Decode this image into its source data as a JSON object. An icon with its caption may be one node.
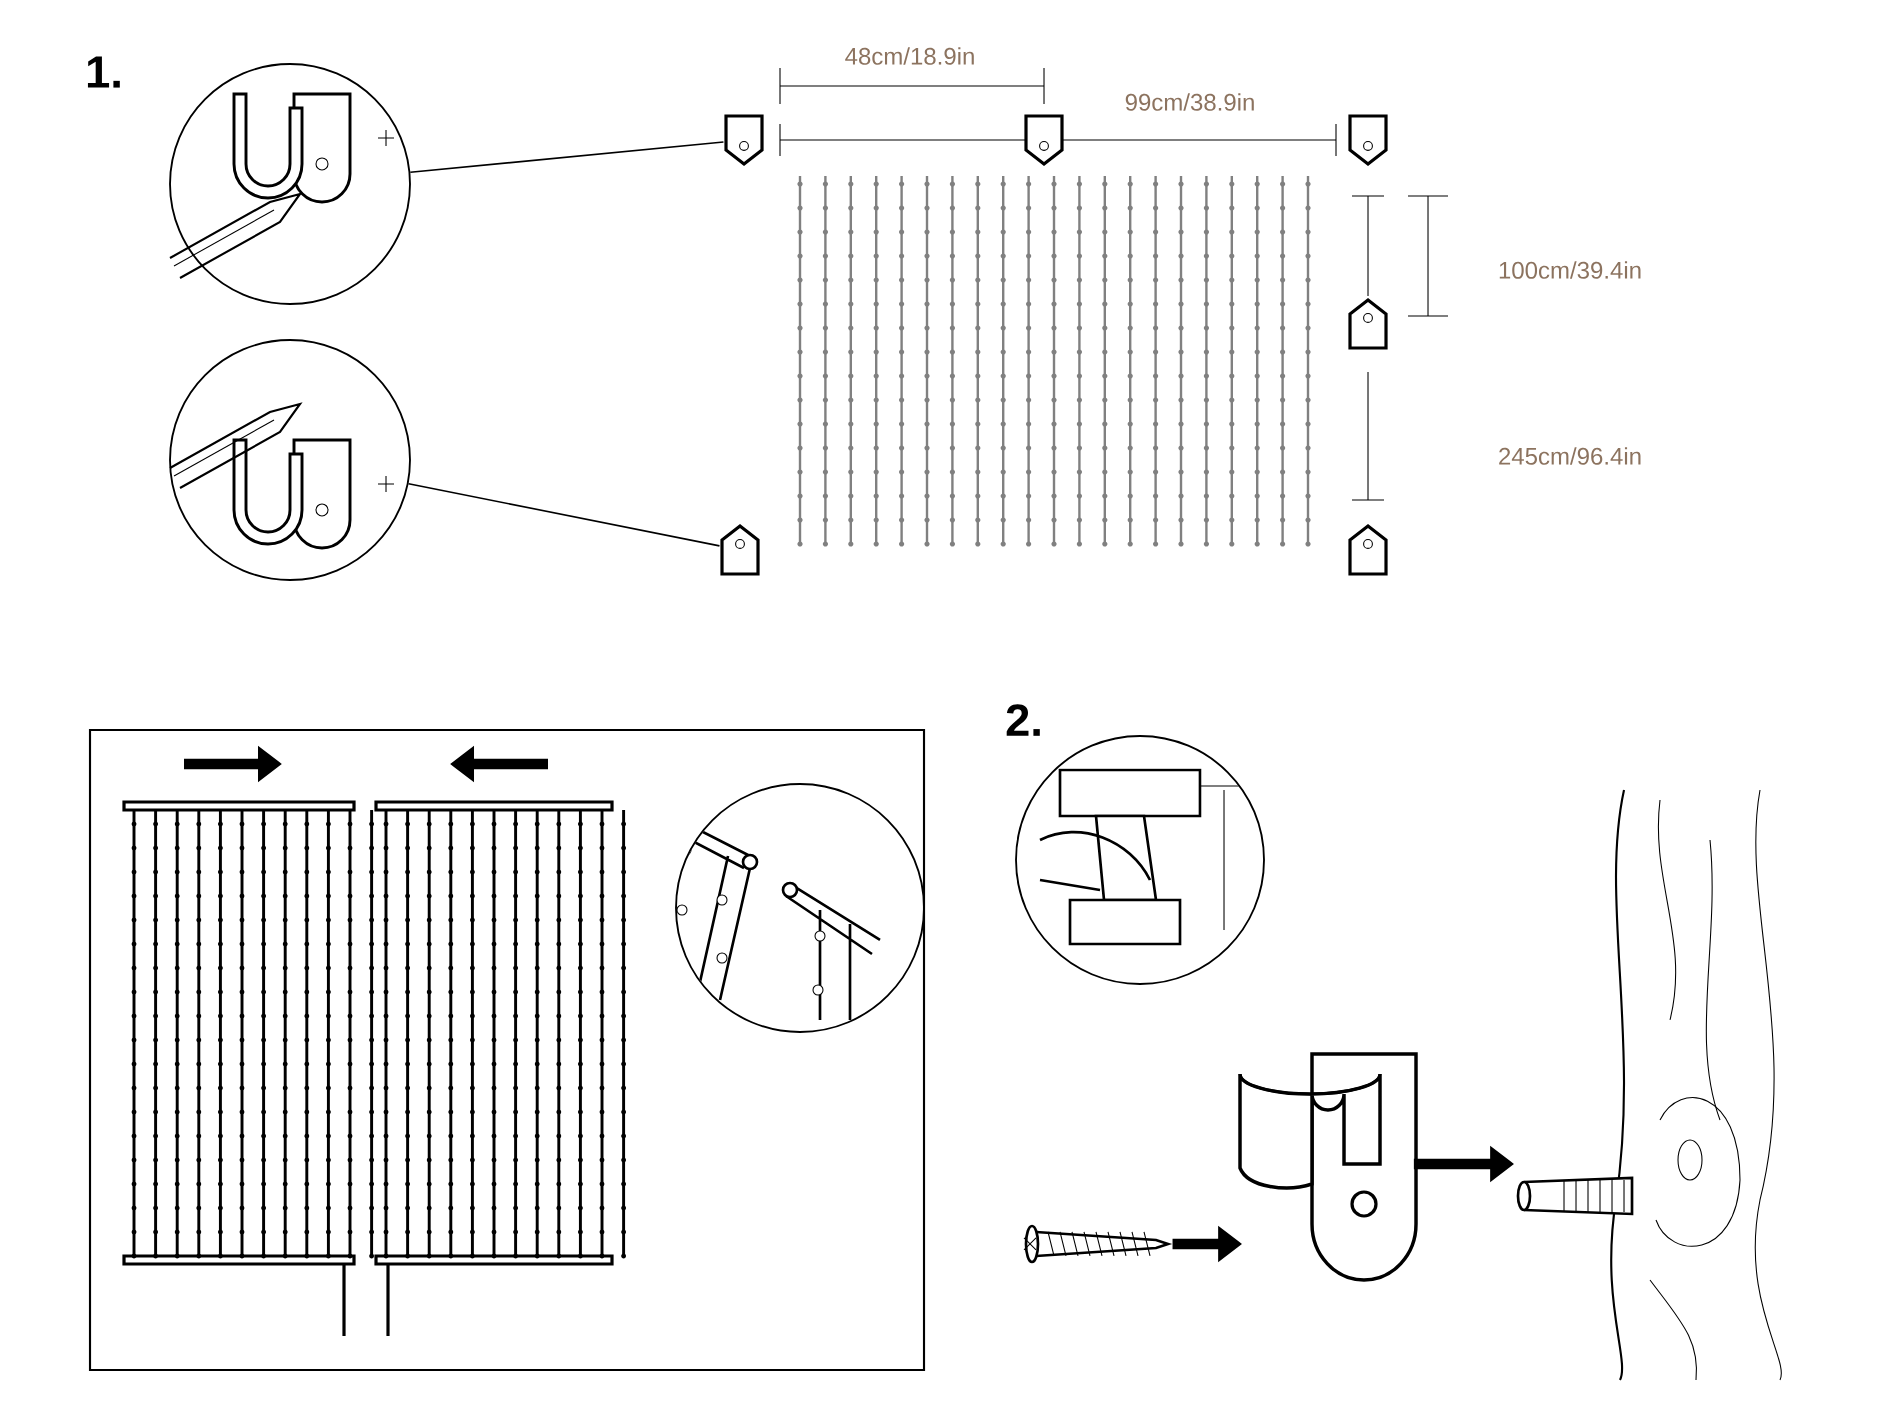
{
  "diagram": {
    "nodes": [
      {
        "text": [],
        "shape": "circle"
      },
      {
        "text": [],
        "shape": "circle"
      },
      {
        "text": [],
        "shape": "picture"
      },
      {
        "text": [],
        "shape": "picture"
      },
      {
        "text": [],
        "shape": "picture"
      },
      {
        "text": [],
        "shape": "picture"
      },
      {
        "text": [],
        "shape": "picture"
      }
    ],
    "edges": [
      {
        "from": 0,
        "to": 2,
        "arrow": "none"
      },
      {
        "from": 1,
        "to": 3,
        "arrow": "none"
      },
      {
        "from": 4,
        "to": 5,
        "arrow": "to",
        "style": "thick"
      },
      {
        "from": 5,
        "to": 6,
        "arrow": "to",
        "style": "thick"
      }
    ],
    "labels": [
      "1.",
      "48cm/18.9in",
      "99cm/38.9in",
      "100cm/39.4in",
      "245cm/96.4in",
      "2."
    ]
  }
}
